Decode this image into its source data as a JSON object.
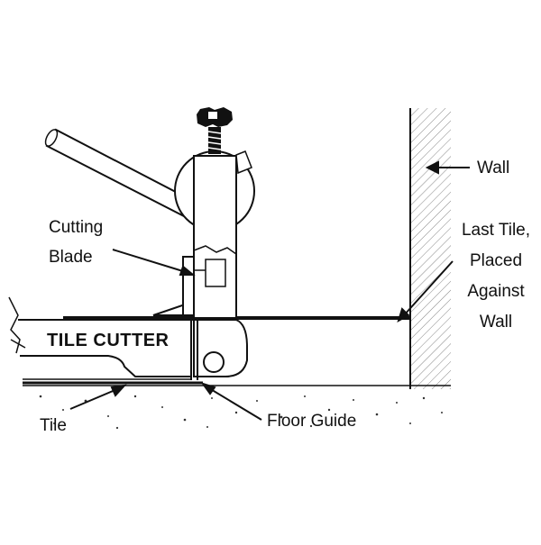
{
  "labels": {
    "wall": "Wall",
    "last_tile_lines": [
      "Last Tile,",
      "Placed",
      "Against",
      "Wall"
    ],
    "cutting_blade_lines": [
      "Cutting",
      "Blade"
    ],
    "tile_cutter": "TILE CUTTER",
    "tile": "Tile",
    "floor_guide": "Floor Guide"
  },
  "colors": {
    "ink": "#111111",
    "background": "#ffffff"
  }
}
